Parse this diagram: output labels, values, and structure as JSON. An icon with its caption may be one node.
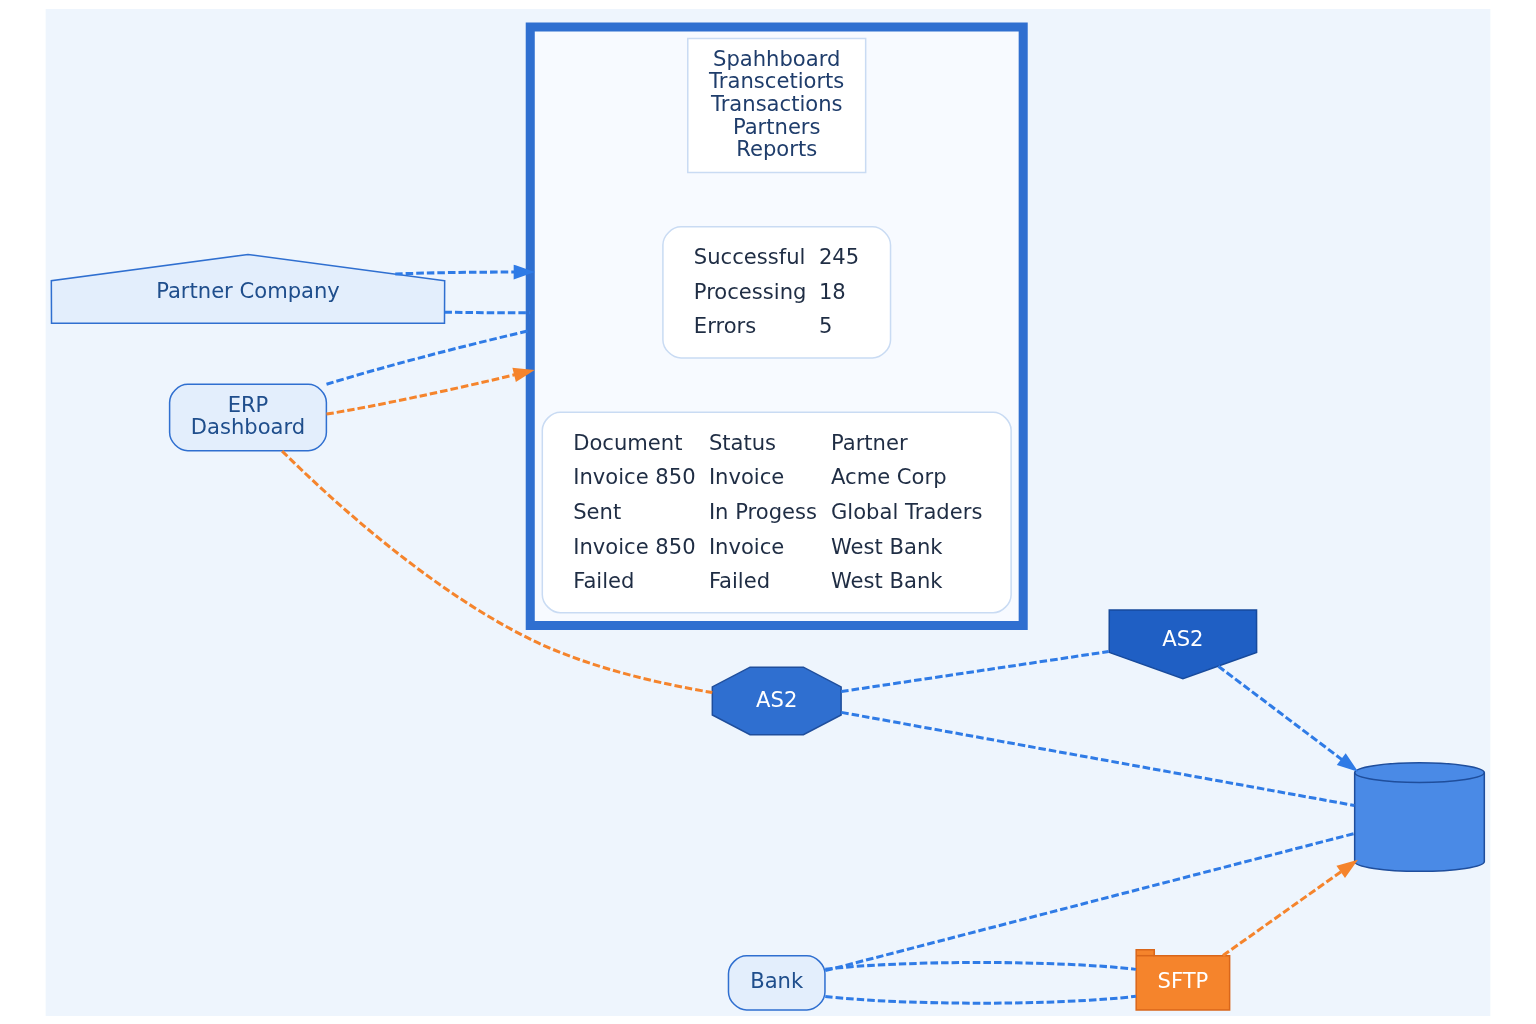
{
  "diagram": {
    "nodes": [
      {
        "text": [
          "ERP",
          "Dashboard"
        ]
      },
      {
        "text": [],
        "shape": "box"
      },
      {
        "text": [
          "Spahhboard",
          "Transcetiorts",
          "Transactions",
          "Partners",
          "Reports"
        ],
        "in": 1
      },
      {
        "text": [
          "Successful",
          "245",
          "Processing",
          "18",
          "Errors",
          "5"
        ],
        "in": 1
      },
      {
        "text": [
          "Document",
          "Status",
          "Partner",
          "Invoice 850",
          "Invoice",
          "Acme Corp",
          "Sent",
          "In Progess",
          "Global Traders",
          "Invoice 850",
          "Invoice",
          "West Bank",
          "Failed",
          "Failed",
          "West Bank"
        ],
        "in": 1
      },
      {
        "text": [
          "AS2"
        ]
      },
      {
        "text": [
          "AS2"
        ]
      },
      {
        "text": [],
        "shape": "cylinder"
      },
      {
        "text": [
          "SFTP"
        ]
      },
      {
        "text": [
          "Partner Company"
        ]
      },
      {
        "text": [
          "Bank"
        ]
      }
    ],
    "edges": [
      {
        "from": 0,
        "to": 1,
        "arrow": "to",
        "style": "dashed",
        "color": "#f5842c"
      },
      {
        "from": 0,
        "to": 5,
        "arrow": "none",
        "style": "dashed",
        "color": "#f5842c"
      },
      {
        "from": 0,
        "to": 1,
        "arrow": "none",
        "style": "dashed"
      },
      {
        "from": 5,
        "to": 7,
        "arrow": "none",
        "style": "dashed"
      },
      {
        "from": 5,
        "to": 6,
        "arrow": "none",
        "style": "dashed"
      },
      {
        "from": 6,
        "to": 7,
        "arrow": "to",
        "style": "dashed"
      },
      {
        "from": 8,
        "to": 7,
        "arrow": "to",
        "style": "dashed",
        "color": "#f5842c"
      },
      {
        "from": 10,
        "to": 7,
        "arrow": "none",
        "style": "dashed"
      },
      {
        "from": 10,
        "to": 8,
        "arrow": "none",
        "style": "dashed"
      },
      {
        "from": 9,
        "to": 1,
        "arrow": "none",
        "style": "dashed"
      },
      {
        "from": 9,
        "to": 1,
        "arrow": "to",
        "style": "dashed"
      },
      {
        "from": 10,
        "to": 8,
        "arrow": "none",
        "style": "dashed"
      }
    ]
  }
}
